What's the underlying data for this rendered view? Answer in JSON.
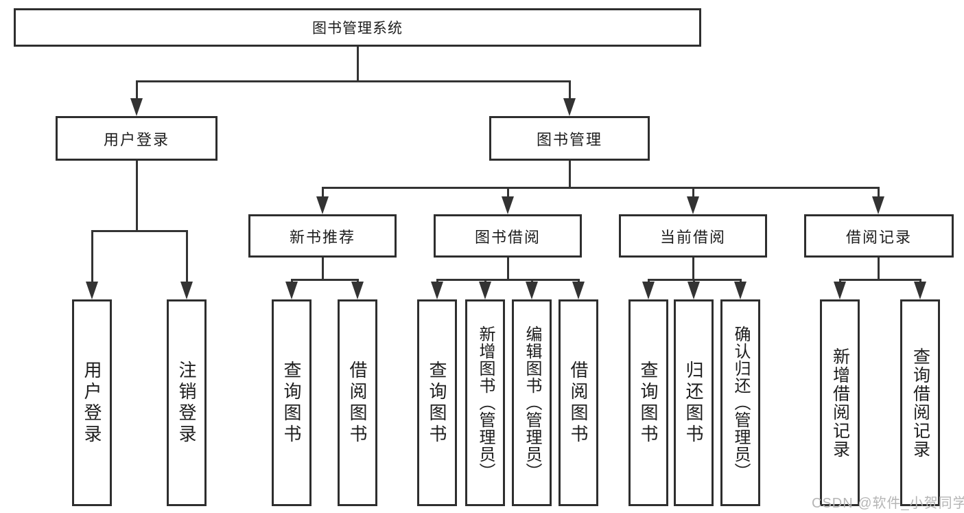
{
  "diagram": {
    "title": "图书管理系统",
    "watermark": "CSDN @软件_小贺同学",
    "colors": {
      "line": "#333333",
      "text": "#1d1d1d",
      "watermark": "#b5b5b5",
      "background": "#ffffff"
    },
    "root": {
      "label": "图书管理系统"
    },
    "level2": [
      {
        "id": "user-login",
        "label": "用户登录",
        "parent": "图书管理系统"
      },
      {
        "id": "book-management",
        "label": "图书管理",
        "parent": "图书管理系统"
      }
    ],
    "level3": [
      {
        "id": "new-book-recommend",
        "label": "新书推荐",
        "parent": "图书管理"
      },
      {
        "id": "book-borrow",
        "label": "图书借阅",
        "parent": "图书管理"
      },
      {
        "id": "current-borrow",
        "label": "当前借阅",
        "parent": "图书管理"
      },
      {
        "id": "borrow-records",
        "label": "借阅记录",
        "parent": "图书管理"
      }
    ],
    "leaves": [
      {
        "label": "用户登录",
        "parent": "用户登录"
      },
      {
        "label": "注销登录",
        "parent": "用户登录"
      },
      {
        "label": "查询图书",
        "parent": "新书推荐"
      },
      {
        "label": "借阅图书",
        "parent": "新书推荐"
      },
      {
        "label": "查询图书",
        "parent": "图书借阅"
      },
      {
        "label": "新增图书（管理员）",
        "parent": "图书借阅"
      },
      {
        "label": "编辑图书（管理员）",
        "parent": "图书借阅"
      },
      {
        "label": "借阅图书",
        "parent": "图书借阅"
      },
      {
        "label": "查询图书",
        "parent": "当前借阅"
      },
      {
        "label": "归还图书",
        "parent": "当前借阅"
      },
      {
        "label": "确认归还（管理员）",
        "parent": "当前借阅"
      },
      {
        "label": "新增借阅记录",
        "parent": "借阅记录"
      },
      {
        "label": "查询借阅记录",
        "parent": "借阅记录"
      }
    ]
  }
}
